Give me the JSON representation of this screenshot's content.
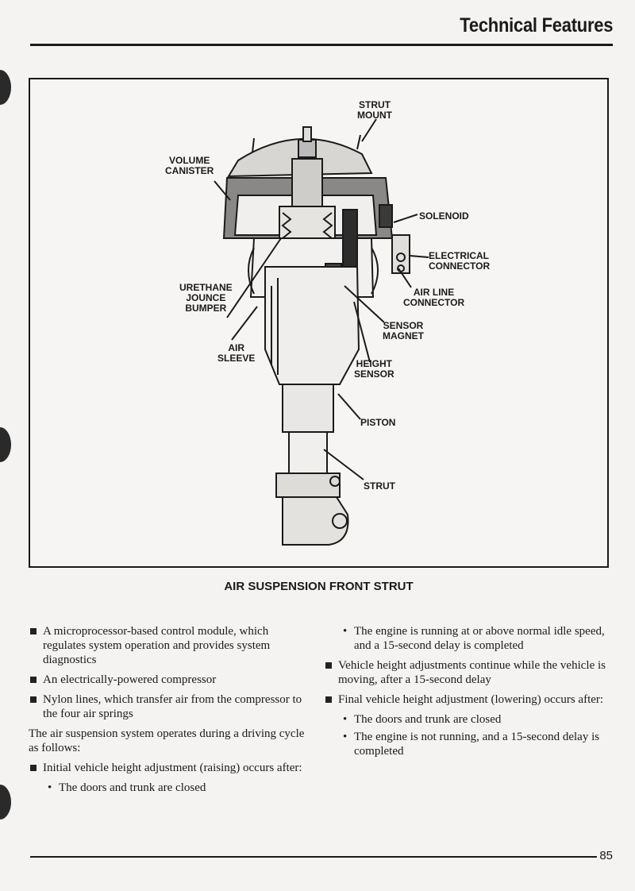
{
  "header": {
    "title": "Technical Features"
  },
  "figure": {
    "caption": "AIR SUSPENSION FRONT STRUT",
    "callouts": {
      "strut_mount": "STRUT\nMOUNT",
      "volume_canister": "VOLUME\nCANISTER",
      "solenoid": "SOLENOID",
      "electrical_connector": "ELECTRICAL\nCONNECTOR",
      "air_line_connector": "AIR LINE\nCONNECTOR",
      "urethane_jounce_bumper": "URETHANE\nJOUNCE\nBUMPER",
      "sensor_magnet": "SENSOR\nMAGNET",
      "air_sleeve": "AIR\nSLEEVE",
      "height_sensor": "HEIGHT\nSENSOR",
      "piston": "PISTON",
      "strut": "STRUT"
    }
  },
  "left_column": {
    "bullets": [
      "A microprocessor-based control module, which regulates system operation and provides system diagnostics",
      "An electrically-powered compressor",
      "Nylon lines, which transfer air from the compressor to the four air springs"
    ],
    "paragraph": "The air suspension system operates during a driving cycle as follows:",
    "raise_item": "Initial vehicle height adjustment (raising) occurs after:",
    "raise_sub": [
      "The doors and trunk are closed"
    ]
  },
  "right_column": {
    "raise_sub_continued": [
      "The engine is running at or above normal idle speed, and a 15-second delay is completed"
    ],
    "bullets": [
      "Vehicle height adjustments continue while the vehicle is moving, after a 15-second delay",
      "Final vehicle height adjustment (lowering) occurs after:"
    ],
    "lower_sub": [
      "The doors and trunk are closed",
      "The engine is not running, and a 15-second delay is completed"
    ]
  },
  "footer": {
    "page_number": "85"
  }
}
